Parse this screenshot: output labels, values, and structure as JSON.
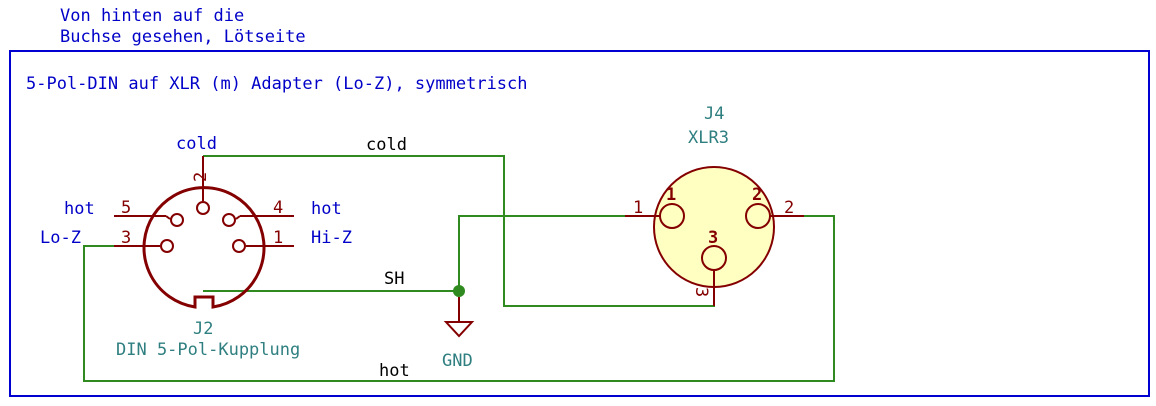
{
  "notes": {
    "back_view_line1": "Von hinten auf die",
    "back_view_line2": "Buchse gesehen, Lötseite",
    "title": "5-Pol-DIN auf XLR (m) Adapter (Lo-Z), symmetrisch",
    "cold": "cold",
    "hot_lo_line1": "hot",
    "hot_lo_line2": "Lo-Z",
    "hot_hi_line1": "hot",
    "hot_hi_line2": "Hi-Z"
  },
  "components": {
    "din": {
      "reference": "J2",
      "value": "DIN 5-Pol-Kupplung",
      "pins": [
        "1",
        "2",
        "3",
        "4",
        "5"
      ]
    },
    "xlr": {
      "reference": "J4",
      "value": "XLR3",
      "pins": [
        "1",
        "2",
        "3"
      ],
      "inner_pins": [
        "1",
        "2",
        "3"
      ]
    },
    "gnd": {
      "value": "GND"
    }
  },
  "nets": {
    "cold": "cold",
    "shield": "SH",
    "hot": "hot"
  },
  "colors": {
    "wire": "#2f8a1f",
    "component": "#840000",
    "component_fill": "#ffffc2",
    "note_text": "#0000c8",
    "reference_text": "#2f7f80",
    "frame": "#0000d0"
  }
}
